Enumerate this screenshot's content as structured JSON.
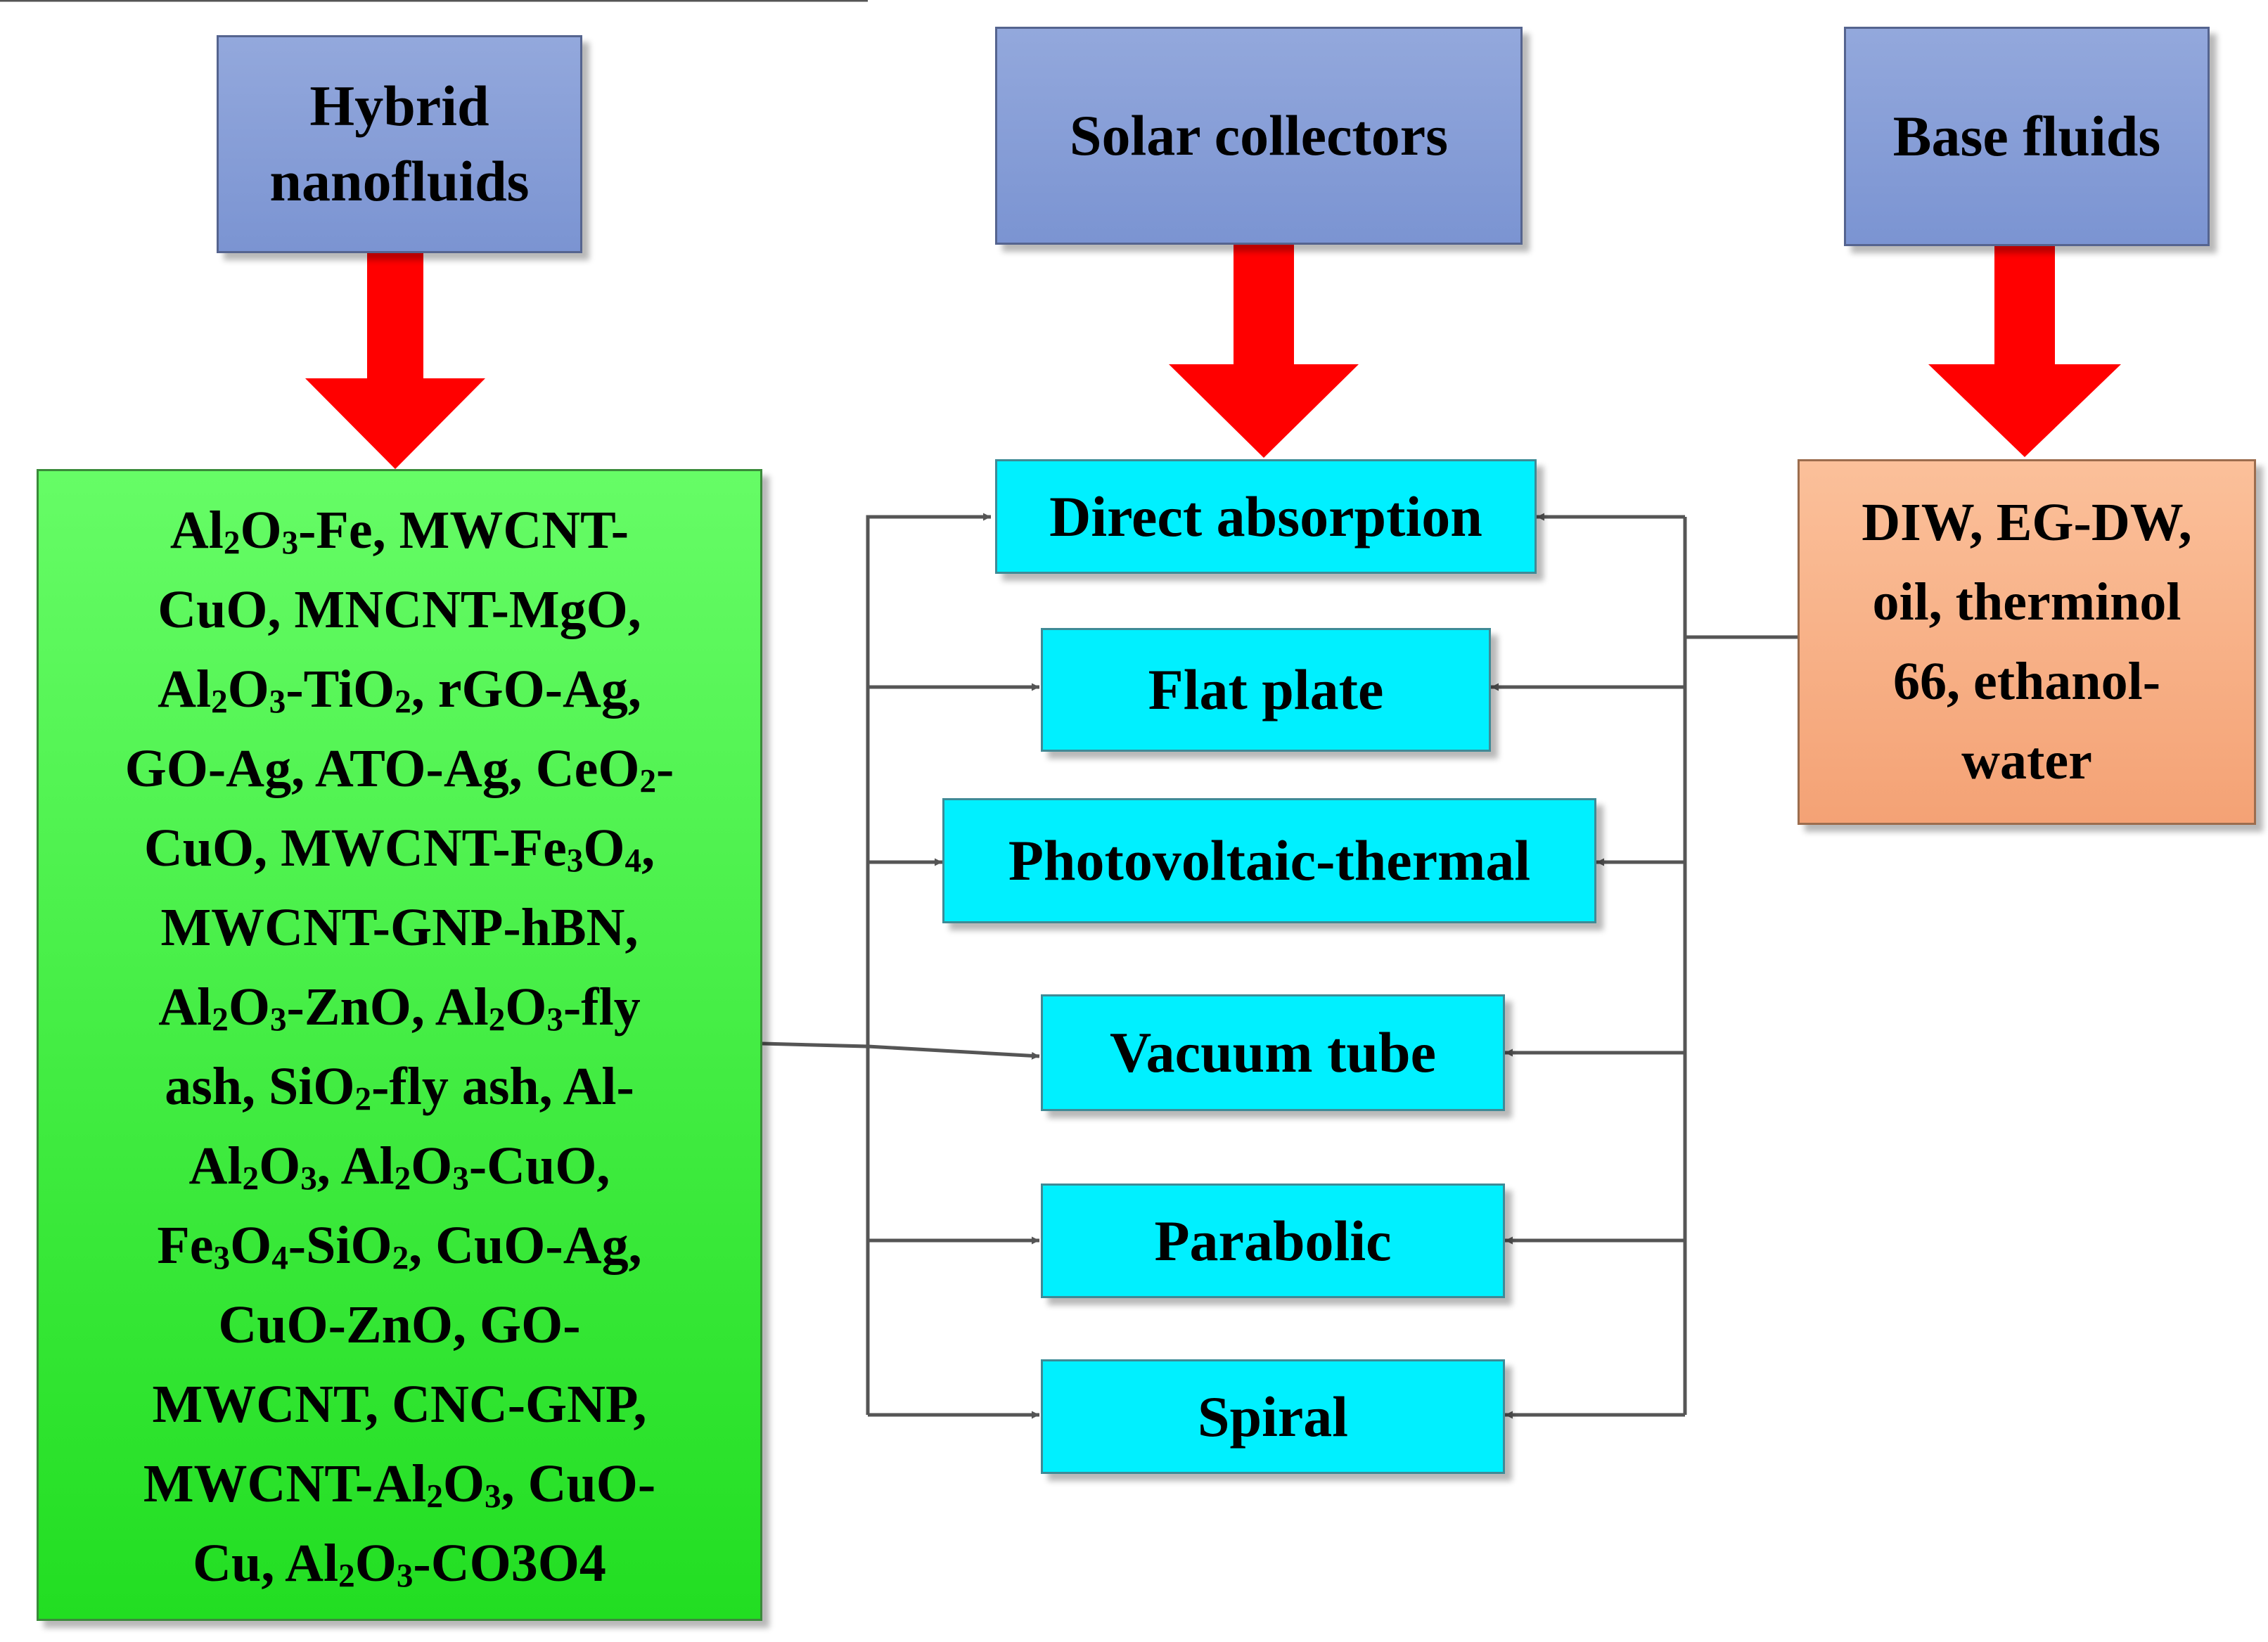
{
  "headers": {
    "hybrid": [
      "Hybrid",
      "nanofluids"
    ],
    "solar": "Solar collectors",
    "base": "Base fluids"
  },
  "hybrid_list_lines": [
    [
      "Al",
      "2",
      "O",
      "3",
      "-Fe, MWCNT-"
    ],
    [
      "CuO, MNCNT-MgO,"
    ],
    [
      "Al",
      "2",
      "O",
      "3",
      "-TiO",
      "2",
      ", rGO-Ag,"
    ],
    [
      "GO-Ag, ATO-Ag, CeO",
      "2",
      "-"
    ],
    [
      "CuO, MWCNT-Fe",
      "3",
      "O",
      "4",
      ","
    ],
    [
      "MWCNT-GNP-hBN,"
    ],
    [
      "Al",
      "2",
      "O",
      "3",
      "-ZnO, Al",
      "2",
      "O",
      "3",
      "-fly"
    ],
    [
      "ash, SiO",
      "2",
      "-fly ash, Al-"
    ],
    [
      "Al",
      "2",
      "O",
      "3",
      ", Al",
      "2",
      "O",
      "3",
      "-CuO,"
    ],
    [
      "Fe",
      "3",
      "O",
      "4",
      "-SiO",
      "2",
      ", CuO-Ag,"
    ],
    [
      "CuO-ZnO, GO-"
    ],
    [
      "MWCNT, CNC-GNP,"
    ],
    [
      "MWCNT-Al",
      "2",
      "O",
      "3",
      ", CuO-"
    ],
    [
      "Cu, Al",
      "2",
      "O",
      "3",
      "-CO3O4"
    ]
  ],
  "collectors": [
    "Direct absorption",
    "Flat plate",
    "Photovoltaic-thermal",
    "Vacuum tube",
    "Parabolic",
    "Spiral"
  ],
  "base_fluid_lines": [
    "DIW, EG-DW,",
    "oil, therminol",
    "66, ethanol-",
    "water"
  ],
  "colors": {
    "header_fill": "#8aa0d8",
    "collector_fill": "#00f0ff",
    "hybrid_fill": "#44ee44",
    "base_fill": "#f8b080",
    "big_arrow": "#ff0000",
    "connector": "#555555"
  }
}
